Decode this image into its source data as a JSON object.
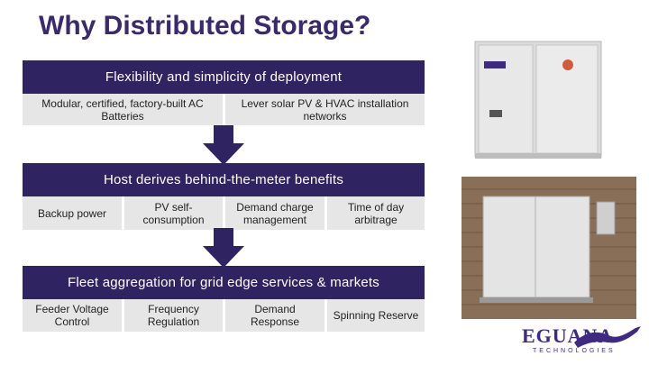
{
  "title": "Why Distributed Storage?",
  "band1": {
    "heading": "Flexibility and simplicity of deployment",
    "items": [
      "Modular, certified, factory-built AC Batteries",
      "Lever solar PV & HVAC installation networks"
    ]
  },
  "band2": {
    "heading": "Host derives behind-the-meter benefits",
    "items": [
      "Backup power",
      "PV self-consumption",
      "Demand charge management",
      "Time of day arbitrage"
    ]
  },
  "band3": {
    "heading": "Fleet aggregation for grid edge services & markets",
    "items": [
      "Feeder Voltage Control",
      "Frequency Regulation",
      "Demand Response",
      "Spinning Reserve"
    ]
  },
  "logo": {
    "name": "EGUANA",
    "tagline": "TECHNOLOGIES"
  },
  "colors": {
    "band": "#2f2361",
    "title": "#3b2a6b",
    "cell": "#e6e6e6",
    "arrow": "#2f2361"
  }
}
